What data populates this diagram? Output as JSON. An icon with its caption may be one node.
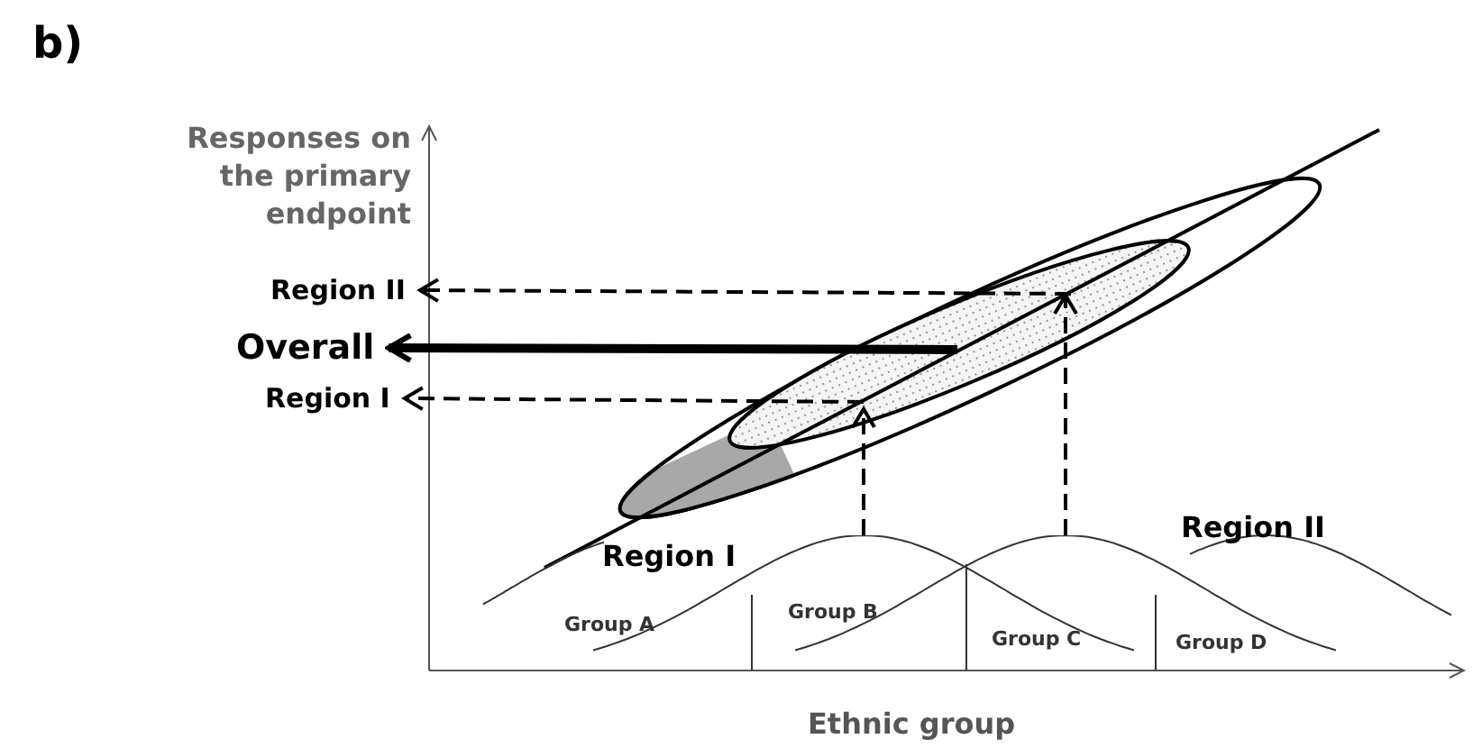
{
  "diagram": {
    "nodes": [
      {
        "text": [
          "Region II"
        ]
      },
      {
        "text": [
          "Overall"
        ]
      },
      {
        "text": [
          "Region I"
        ]
      },
      {
        "text": [
          "Region I"
        ]
      },
      {
        "text": [
          "Region II"
        ]
      }
    ],
    "edges": [
      {
        "from": null,
        "to": 0,
        "arrow": "to",
        "style": "dashed"
      },
      {
        "from": null,
        "to": 1,
        "arrow": "to",
        "style": "thick"
      },
      {
        "from": null,
        "to": 2,
        "arrow": "to",
        "style": "dashed"
      },
      {
        "from": 3,
        "to": null,
        "arrow": "to",
        "style": "dashed"
      },
      {
        "from": 4,
        "to": null,
        "arrow": "to",
        "style": "dashed"
      }
    ],
    "labels": [
      "b)",
      "Responses on the primary endpoint",
      "Group A",
      "Group B",
      "Group C",
      "Group D",
      "Ethnic group"
    ]
  }
}
